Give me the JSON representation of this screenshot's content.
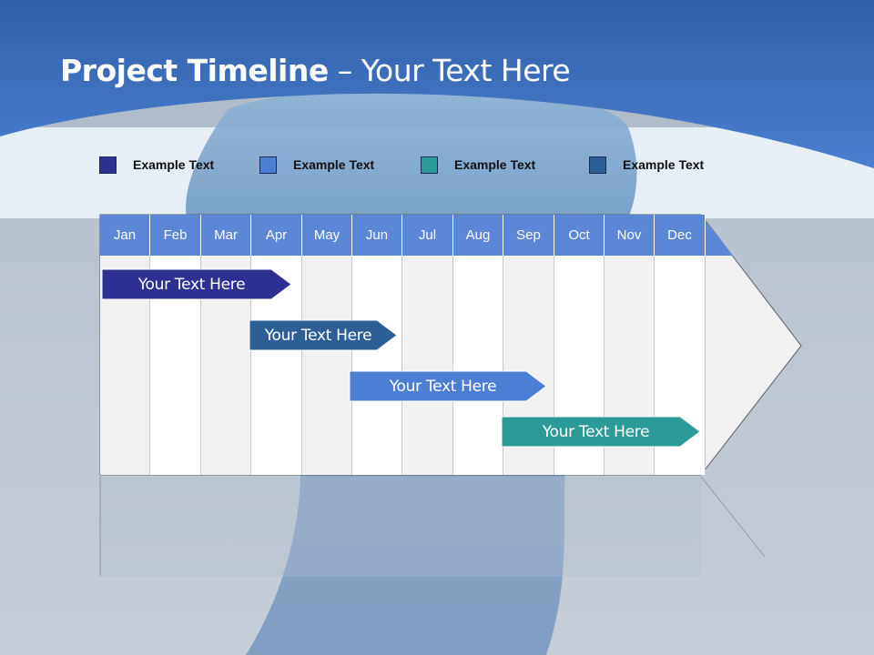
{
  "title": {
    "bold": "Project Timeline",
    "rest": " – Your Text Here"
  },
  "legend": [
    {
      "label": "Example Text",
      "color": "#2e3192"
    },
    {
      "label": "Example Text",
      "color": "#4a7fd4"
    },
    {
      "label": "Example Text",
      "color": "#2c9a96"
    },
    {
      "label": "Example Text",
      "color": "#2d5f97"
    }
  ],
  "months": [
    "Jan",
    "Feb",
    "Mar",
    "Apr",
    "May",
    "Jun",
    "Jul",
    "Aug",
    "Sep",
    "Oct",
    "Nov",
    "Dec"
  ],
  "tasks": [
    {
      "label": "Your  Text Here",
      "start": "Jan",
      "end": "Apr",
      "color": "#2e3192"
    },
    {
      "label": "Your  Text Here",
      "start": "Apr",
      "end": "Jun",
      "color": "#2d5f97"
    },
    {
      "label": "Your  Text Here",
      "start": "Jun",
      "end": "Sep",
      "color": "#4a7fd4"
    },
    {
      "label": "Your  Text Here",
      "start": "Sep",
      "end": "Dec",
      "color": "#2c9a96"
    }
  ],
  "colors": {
    "header": "#5b88d6",
    "sky": "#3c6fc0"
  }
}
